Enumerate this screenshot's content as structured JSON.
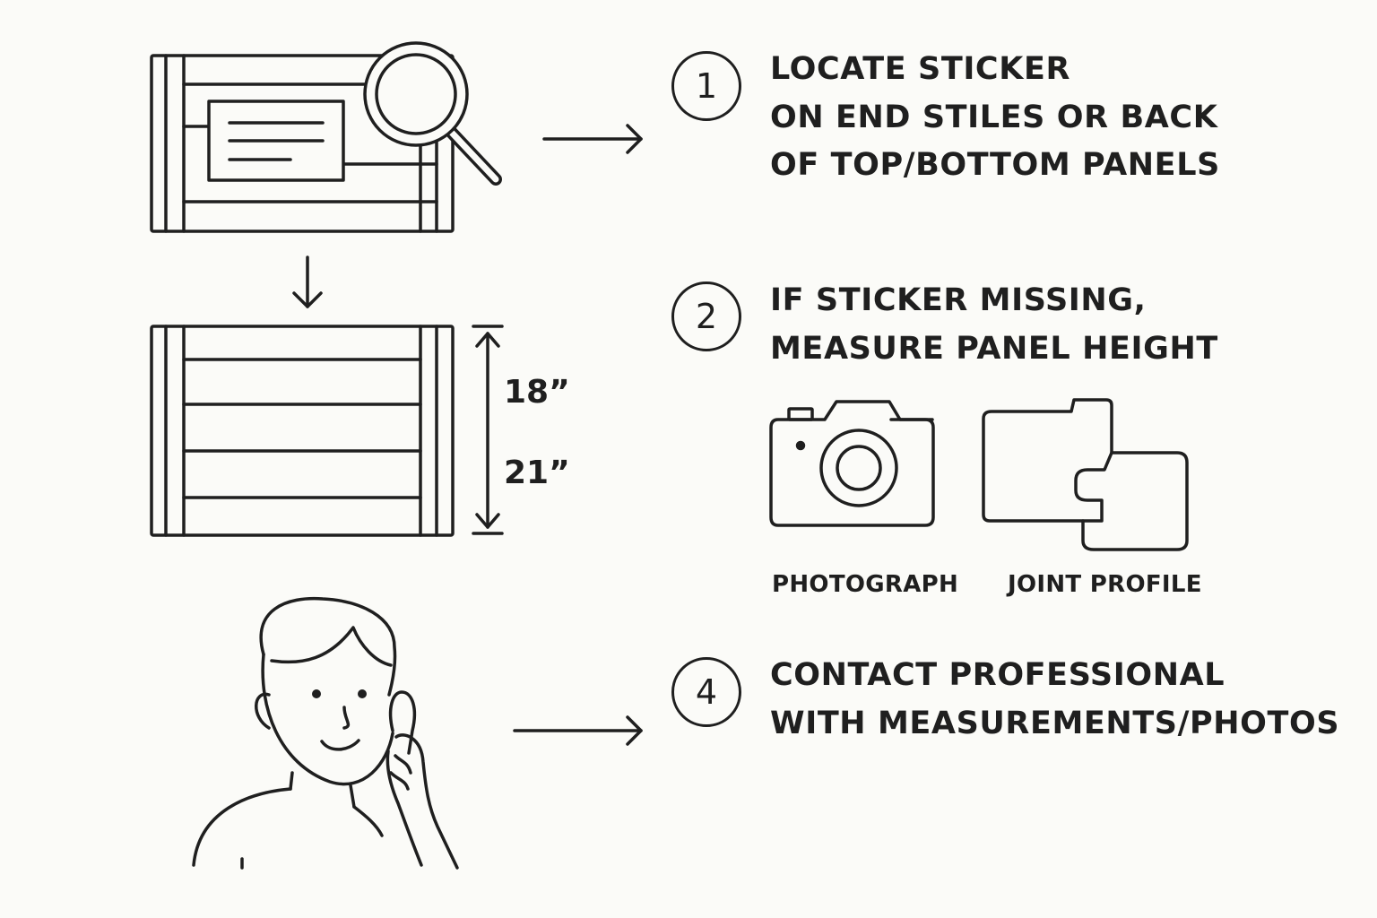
{
  "steps": [
    {
      "number": "1",
      "lines": [
        "LOCATE STICKER",
        "ON END STILES OR BACK",
        "OF TOP/BOTTOM PANELS"
      ]
    },
    {
      "number": "2",
      "lines": [
        "IF STICKER MISSING,",
        "MEASURE PANEL HEIGHT"
      ],
      "captions": [
        "PHOTOGRAPH",
        "JOINT PROFILE"
      ]
    },
    {
      "number": "4",
      "lines": [
        "CONTACT PROFESSIONAL",
        "WITH MEASUREMENTS/PHOTOS"
      ]
    }
  ],
  "measurements": [
    "18”",
    "21”"
  ],
  "icons": {
    "door_with_sticker": "garage-door-sticker-icon",
    "magnifier": "magnifying-glass-icon",
    "door_panels": "garage-door-panels-icon",
    "camera": "camera-icon",
    "joint": "joint-profile-icon",
    "person": "person-on-phone-icon"
  },
  "colors": {
    "background": "#fbfbf8",
    "ink": "#1f1f1f"
  }
}
